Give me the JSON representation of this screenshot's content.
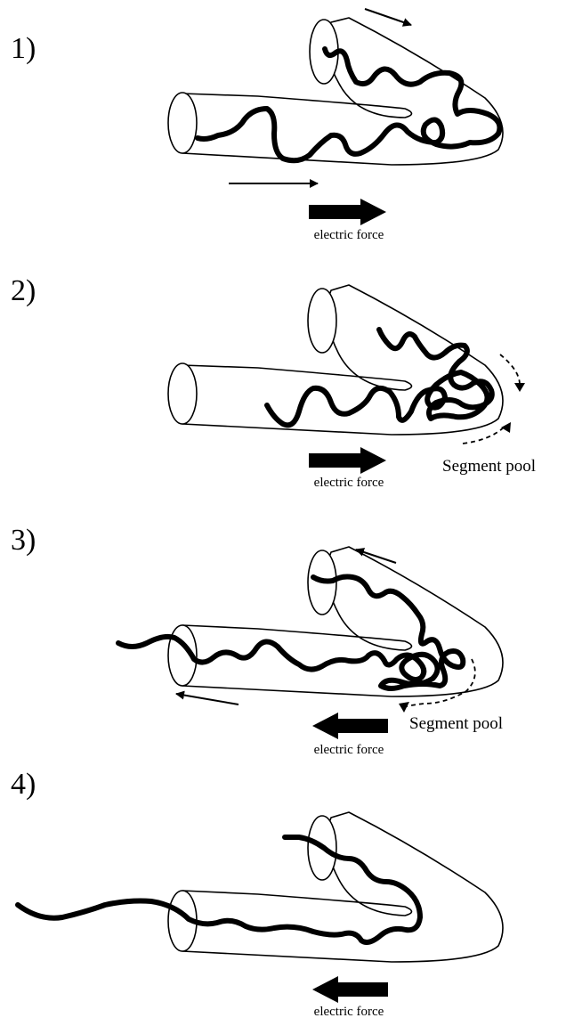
{
  "panels": [
    {
      "number": "1)",
      "force_label": "electric force"
    },
    {
      "number": "2)",
      "force_label": "electric force",
      "pool_label": "Segment pool"
    },
    {
      "number": "3)",
      "force_label": "electric force",
      "pool_label": "Segment pool"
    },
    {
      "number": "4)",
      "force_label": "electric force"
    }
  ]
}
